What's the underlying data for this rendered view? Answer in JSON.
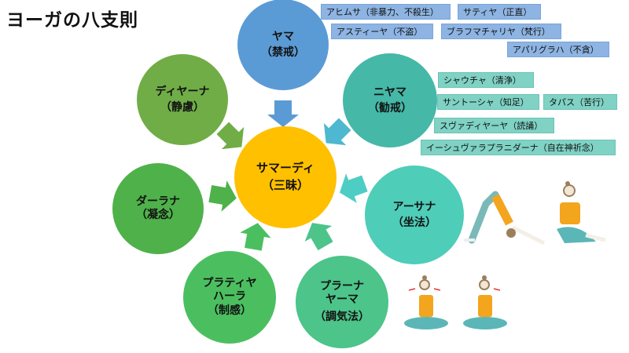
{
  "title": "ヨーガの八支則",
  "colors": {
    "yama": "#5b9bd5",
    "niyama": "#45b8a8",
    "samadhi": "#ffc000",
    "dhyana": "#70ad47",
    "dharana": "#4fb14a",
    "pratyahara": "#4bbf60",
    "pranayama": "#4cc48a",
    "asana": "#4ecdb8"
  },
  "limbs": {
    "yama": {
      "name": "ヤマ",
      "meaning": "（禁戒）"
    },
    "niyama": {
      "name": "ニヤマ",
      "meaning": "（勧戒）"
    },
    "asana": {
      "name": "アーサナ",
      "meaning": "（坐法）"
    },
    "pranayama": {
      "name1": "プラーナ",
      "name2": "ヤーマ",
      "meaning": "（調気法）"
    },
    "pratyahara": {
      "name1": "プラティヤ",
      "name2": "ハーラ",
      "meaning": "（制感）"
    },
    "dharana": {
      "name": "ダーラナ",
      "meaning": "（凝念）"
    },
    "dhyana": {
      "name": "ディヤーナ",
      "meaning": "（静慮）"
    },
    "samadhi": {
      "name": "サマーディ",
      "meaning": "（三昧）"
    }
  },
  "yama_items": [
    "アヒムサ（非暴力、不殺生）",
    "サティヤ（正直）",
    "アスティーヤ（不盗）",
    "ブラフマチャリヤ（梵行）",
    "アパリグラハ（不貪）"
  ],
  "niyama_items": [
    "シャウチャ（清浄）",
    "サントーシャ（知足）",
    "タパス（苦行）",
    "スヴァディヤーヤ（読誦）",
    "イーシュヴァラプラニダーナ（自在神祈念）"
  ]
}
